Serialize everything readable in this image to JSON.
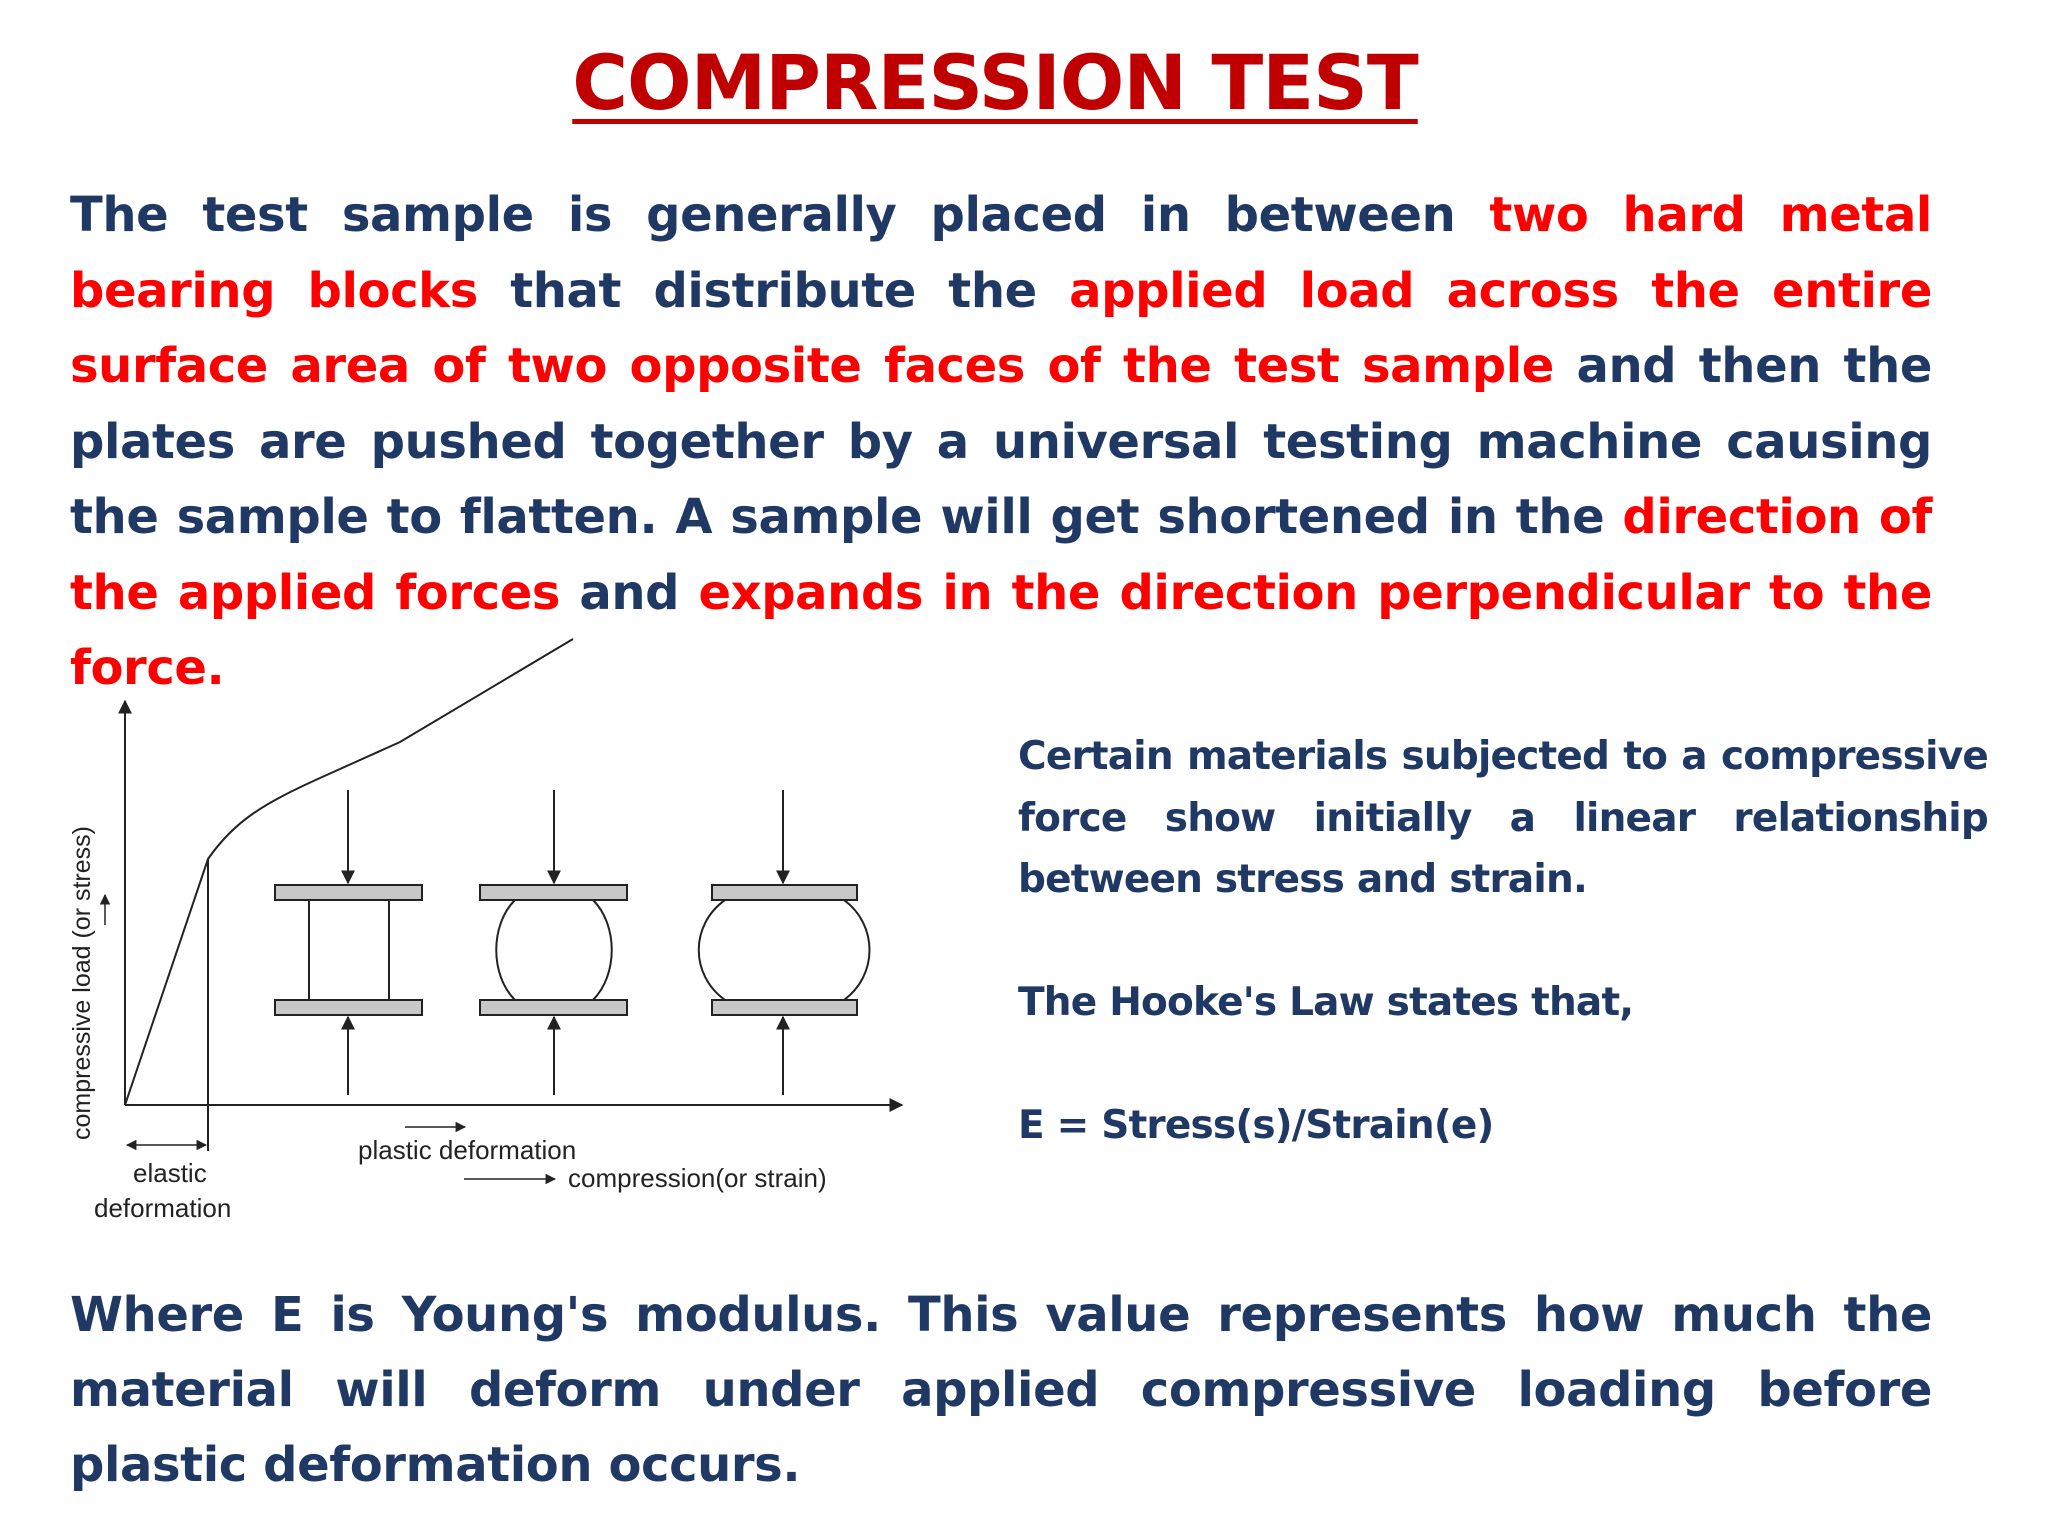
{
  "title": "COMPRESSION TEST",
  "intro": {
    "s1": "The test sample is generally placed in between ",
    "s2": "two hard metal bearing blocks",
    "s3": " that distribute the ",
    "s4": "applied load across the entire surface area of two opposite faces of the test sample",
    "s5": " and then the plates are pushed together by a universal testing machine causing the sample to flatten. A sample will get shortened in the ",
    "s6": "direction of the applied forces",
    "s7": " and ",
    "s8": "expands in the direction perpendicular to the force."
  },
  "side_text": {
    "line1": "Certain materials subjected to a compressive force show initially a linear relationship between stress and strain.",
    "line2": "The Hooke's Law states that,",
    "formula": "E = Stress(s)/Strain(e)"
  },
  "conclusion": "Where E is Young's modulus. This value represents how much the material will deform under applied compressive loading before plastic deformation occurs.",
  "diagram": {
    "y_axis_label": "compressive load (or stress)",
    "elastic_label_1": "elastic",
    "elastic_label_2": "deformation",
    "plastic_label": "plastic deformation",
    "x_axis_label": "compression(or strain)",
    "specimens": [
      "straight",
      "slightly-bulged",
      "heavily-bulged"
    ]
  },
  "colors": {
    "title": "#c00000",
    "body": "#1f3864",
    "highlight": "#ff0000",
    "plate": "#c8c8c8"
  }
}
